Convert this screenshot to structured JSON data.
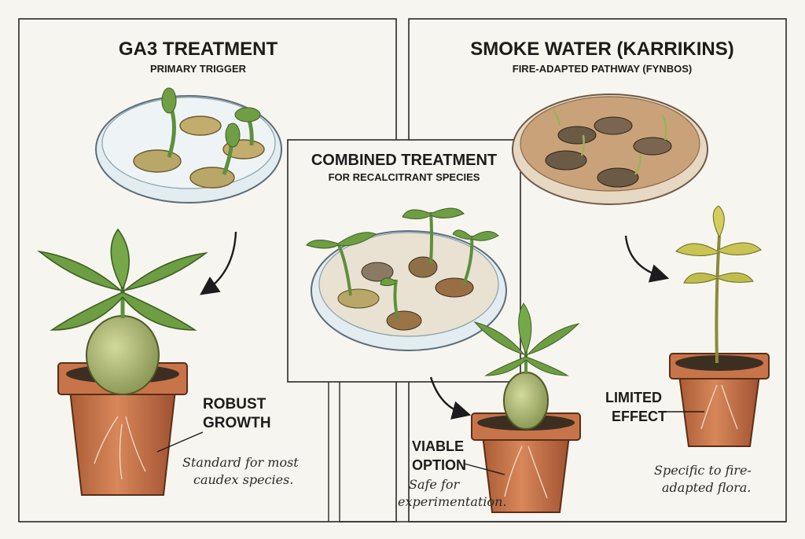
{
  "panels": {
    "ga3": {
      "title": "GA3 TREATMENT",
      "subtitle": "PRIMARY TRIGGER",
      "label_line1": "ROBUST",
      "label_line2": "GROWTH",
      "note_line1": "Standard for most",
      "note_line2": "caudex species."
    },
    "smoke": {
      "title": "SMOKE WATER (KARRIKINS)",
      "subtitle": "FIRE-ADAPTED PATHWAY (FYNBOS)",
      "label_line1": "LIMITED",
      "label_line2": "EFFECT",
      "note_line1": "Specific to fire-",
      "note_line2": "adapted flora."
    },
    "combined": {
      "title": "COMBINED TREATMENT",
      "subtitle": "FOR RECALCITRANT SPECIES",
      "label_line1": "VIABLE",
      "label_line2": "OPTION",
      "note_line1": "Safe for",
      "note_line2": "experimentation."
    }
  },
  "colors": {
    "ink": "#1c1c1c",
    "terracotta": "#c8744a",
    "leaf": "#5e8f3c",
    "caudex": "#a9b676",
    "seed": "#b9a76a",
    "smoke_water": "#caa27a",
    "clear_water": "#dfe9ee"
  }
}
